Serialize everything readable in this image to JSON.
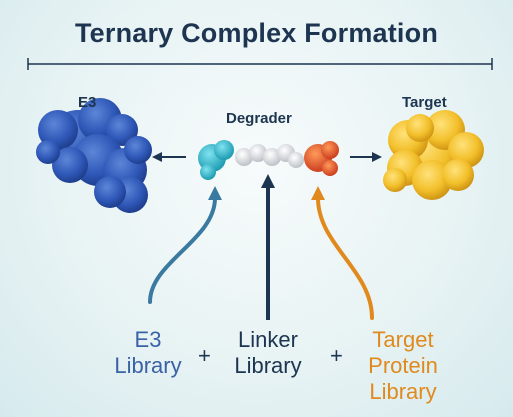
{
  "title": "Ternary Complex Formation",
  "labels": {
    "e3": "E3",
    "degrader": "Degrader",
    "target": "Target"
  },
  "libraries": {
    "e3_line1": "E3",
    "e3_line2": "Library",
    "linker_line1": "Linker",
    "linker_line2": "Library",
    "target_line1": "Target",
    "target_line2": "Protein",
    "target_line3": "Library",
    "plus": "+"
  },
  "colors": {
    "navy": "#1d3550",
    "e3_blue": "#3a62a7",
    "linker_blue": "#2b4f78",
    "target_orange": "#e08a1e",
    "e3_protein": "#2f58b8",
    "target_protein": "#f2bf2a",
    "cyan": "#2bb7cc",
    "orange_red": "#e5522a"
  }
}
